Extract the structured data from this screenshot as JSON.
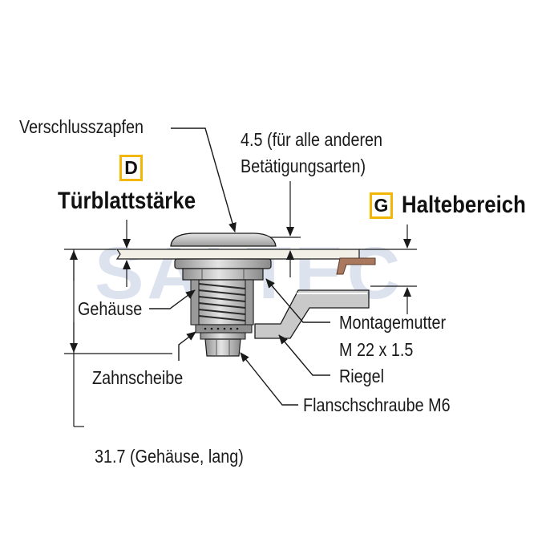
{
  "watermark": "SALTEC",
  "labels": {
    "verschlusszapfen": "Verschlusszapfen",
    "dim_45_line1": "4.5 (für alle anderen",
    "dim_45_line2": "Betätigungsarten)",
    "gehaeuse": "Gehäuse",
    "zahnscheibe": "Zahnscheibe",
    "montagemutter_line1": "Montagemutter",
    "montagemutter_line2": "M 22 x 1.5",
    "riegel": "Riegel",
    "flanschschraube": "Flanschschraube M6",
    "dim_317": "31.7 (Gehäuse, lang)"
  },
  "badges": {
    "d": {
      "letter": "D",
      "title": "Türblattstärke"
    },
    "g": {
      "letter": "G",
      "title": "Haltebereich"
    }
  },
  "colors": {
    "badge_border": "#f2b705",
    "lines": "#1a1a1a",
    "panel": "#f1efe6",
    "metal": "#bcbcbc",
    "cam_tip": "#a9785e"
  }
}
